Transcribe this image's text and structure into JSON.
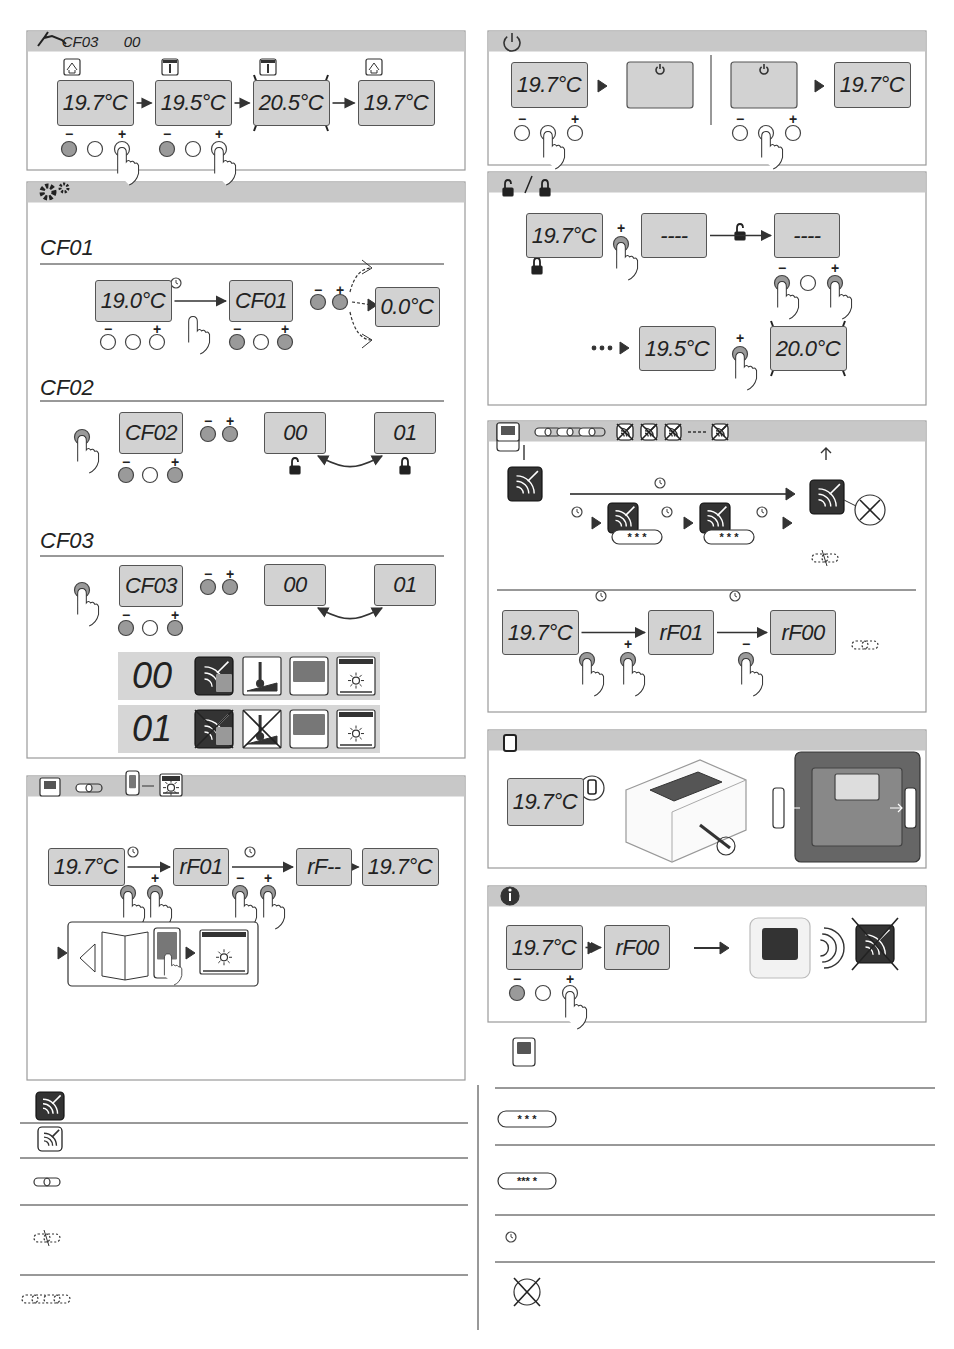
{
  "diagram": {
    "nodes": [
      {
        "text": [
          "19.7°C"
        ]
      },
      {
        "text": [
          "19.5°C"
        ]
      },
      {
        "text": [
          "20.5°C"
        ]
      },
      {
        "text": [
          "19.7°C"
        ]
      },
      {
        "text": [
          "19.0°C"
        ]
      },
      {
        "text": [
          "CF01"
        ]
      },
      {
        "text": [
          "0.0°C"
        ]
      },
      {
        "text": [
          "CF02"
        ]
      },
      {
        "text": [
          "00"
        ]
      },
      {
        "text": [
          "01"
        ]
      },
      {
        "text": [
          "CF03"
        ]
      },
      {
        "text": [
          "00"
        ]
      },
      {
        "text": [
          "01"
        ]
      },
      {
        "text": [
          "00"
        ]
      },
      {
        "text": [
          "01"
        ]
      },
      {
        "text": [
          "19.7°C"
        ]
      },
      {
        "text": [
          "rF01"
        ]
      },
      {
        "text": [
          "rF--"
        ]
      },
      {
        "text": [
          "19.7°C"
        ]
      },
      {
        "text": [
          "19.7°C"
        ]
      },
      {
        "text": [
          "19.7°C"
        ]
      },
      {
        "text": [
          "19.7°C"
        ]
      },
      {
        "text": [
          "----"
        ]
      },
      {
        "text": [
          "----"
        ]
      },
      {
        "text": [
          "19.5°C"
        ]
      },
      {
        "text": [
          "20.0°C"
        ]
      },
      {
        "text": [
          "19.7°C"
        ]
      },
      {
        "text": [
          "rF01"
        ]
      },
      {
        "text": [
          "rF00"
        ]
      },
      {
        "text": [
          "19.7°C"
        ]
      },
      {
        "text": [
          "19.7°C"
        ]
      },
      {
        "text": [
          "rF00"
        ]
      }
    ],
    "edges": [
      {
        "from": 0,
        "to": 1,
        "arrow": "to"
      },
      {
        "from": 1,
        "to": 2,
        "arrow": "to"
      },
      {
        "from": 2,
        "to": 3,
        "arrow": "to"
      },
      {
        "from": 4,
        "to": 5,
        "arrow": "to"
      },
      {
        "from": 8,
        "to": 9,
        "arrow": "both"
      },
      {
        "from": 11,
        "to": 12,
        "arrow": "both"
      },
      {
        "from": 15,
        "to": 16,
        "arrow": "to"
      },
      {
        "from": 16,
        "to": 17,
        "arrow": "to"
      },
      {
        "from": 17,
        "to": 18,
        "arrow": "to"
      },
      {
        "from": 22,
        "to": 23,
        "arrow": "to"
      },
      {
        "from": 26,
        "to": 27,
        "arrow": "to"
      },
      {
        "from": 27,
        "to": 28,
        "arrow": "to"
      },
      {
        "from": 30,
        "to": 31,
        "arrow": "to"
      }
    ],
    "labels": [
      "CF03",
      "00",
      "−",
      "+",
      "−",
      "+",
      "CF01",
      "−",
      "+",
      "−",
      "+",
      "−",
      "+",
      "CF02",
      "−",
      "+",
      "−",
      "+",
      "CF03",
      "−",
      "+",
      "−",
      "+",
      "+",
      "−",
      "+",
      "−",
      "+",
      "−",
      "+",
      "+",
      "−",
      "+",
      "+",
      "* * *",
      "* * *",
      "+",
      "−",
      "−",
      "+",
      "* * *",
      "*** *"
    ]
  }
}
